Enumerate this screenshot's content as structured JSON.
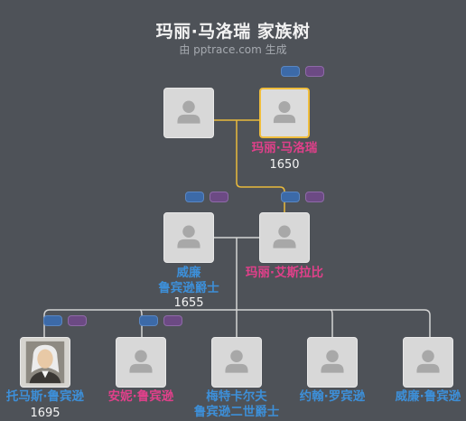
{
  "header": {
    "title": "玛丽·马洛瑞 家族树",
    "subtitle": "由 pptrace.com 生成"
  },
  "colors": {
    "female": "#e0408a",
    "male": "#3d8fd8",
    "selected_border": "#f0bd3c",
    "highlight_line": "#e8b93c",
    "line": "#d4d4d4"
  },
  "people": {
    "gp_father": {
      "name": "",
      "year": ""
    },
    "gp_mother": {
      "name": "玛丽·马洛瑞",
      "year": "1650",
      "gender": "female",
      "selected": true
    },
    "father": {
      "name": "威廉",
      "name2": "鲁宾逊爵士",
      "year": "1655",
      "gender": "male"
    },
    "mother": {
      "name": "玛丽·艾斯拉比",
      "year": "",
      "gender": "female"
    },
    "child1": {
      "name": "托马斯·鲁宾逊",
      "year": "1695",
      "gender": "male",
      "has_photo": true
    },
    "child2": {
      "name": "安妮·鲁宾逊",
      "year": "",
      "gender": "female"
    },
    "child3": {
      "name": "梅特卡尔夫",
      "name2": "鲁宾逊二世爵士",
      "year": "",
      "gender": "male"
    },
    "child4": {
      "name": "约翰·罗宾逊",
      "year": "",
      "gender": "male"
    },
    "child5": {
      "name": "威廉·鲁宾逊",
      "year": "",
      "gender": "male"
    }
  },
  "icons": {
    "avatar": "person-silhouette-icon",
    "portrait": "portrait-photo-icon",
    "paternal_toggle": "expand-paternal-icon",
    "maternal_toggle": "expand-maternal-icon"
  }
}
